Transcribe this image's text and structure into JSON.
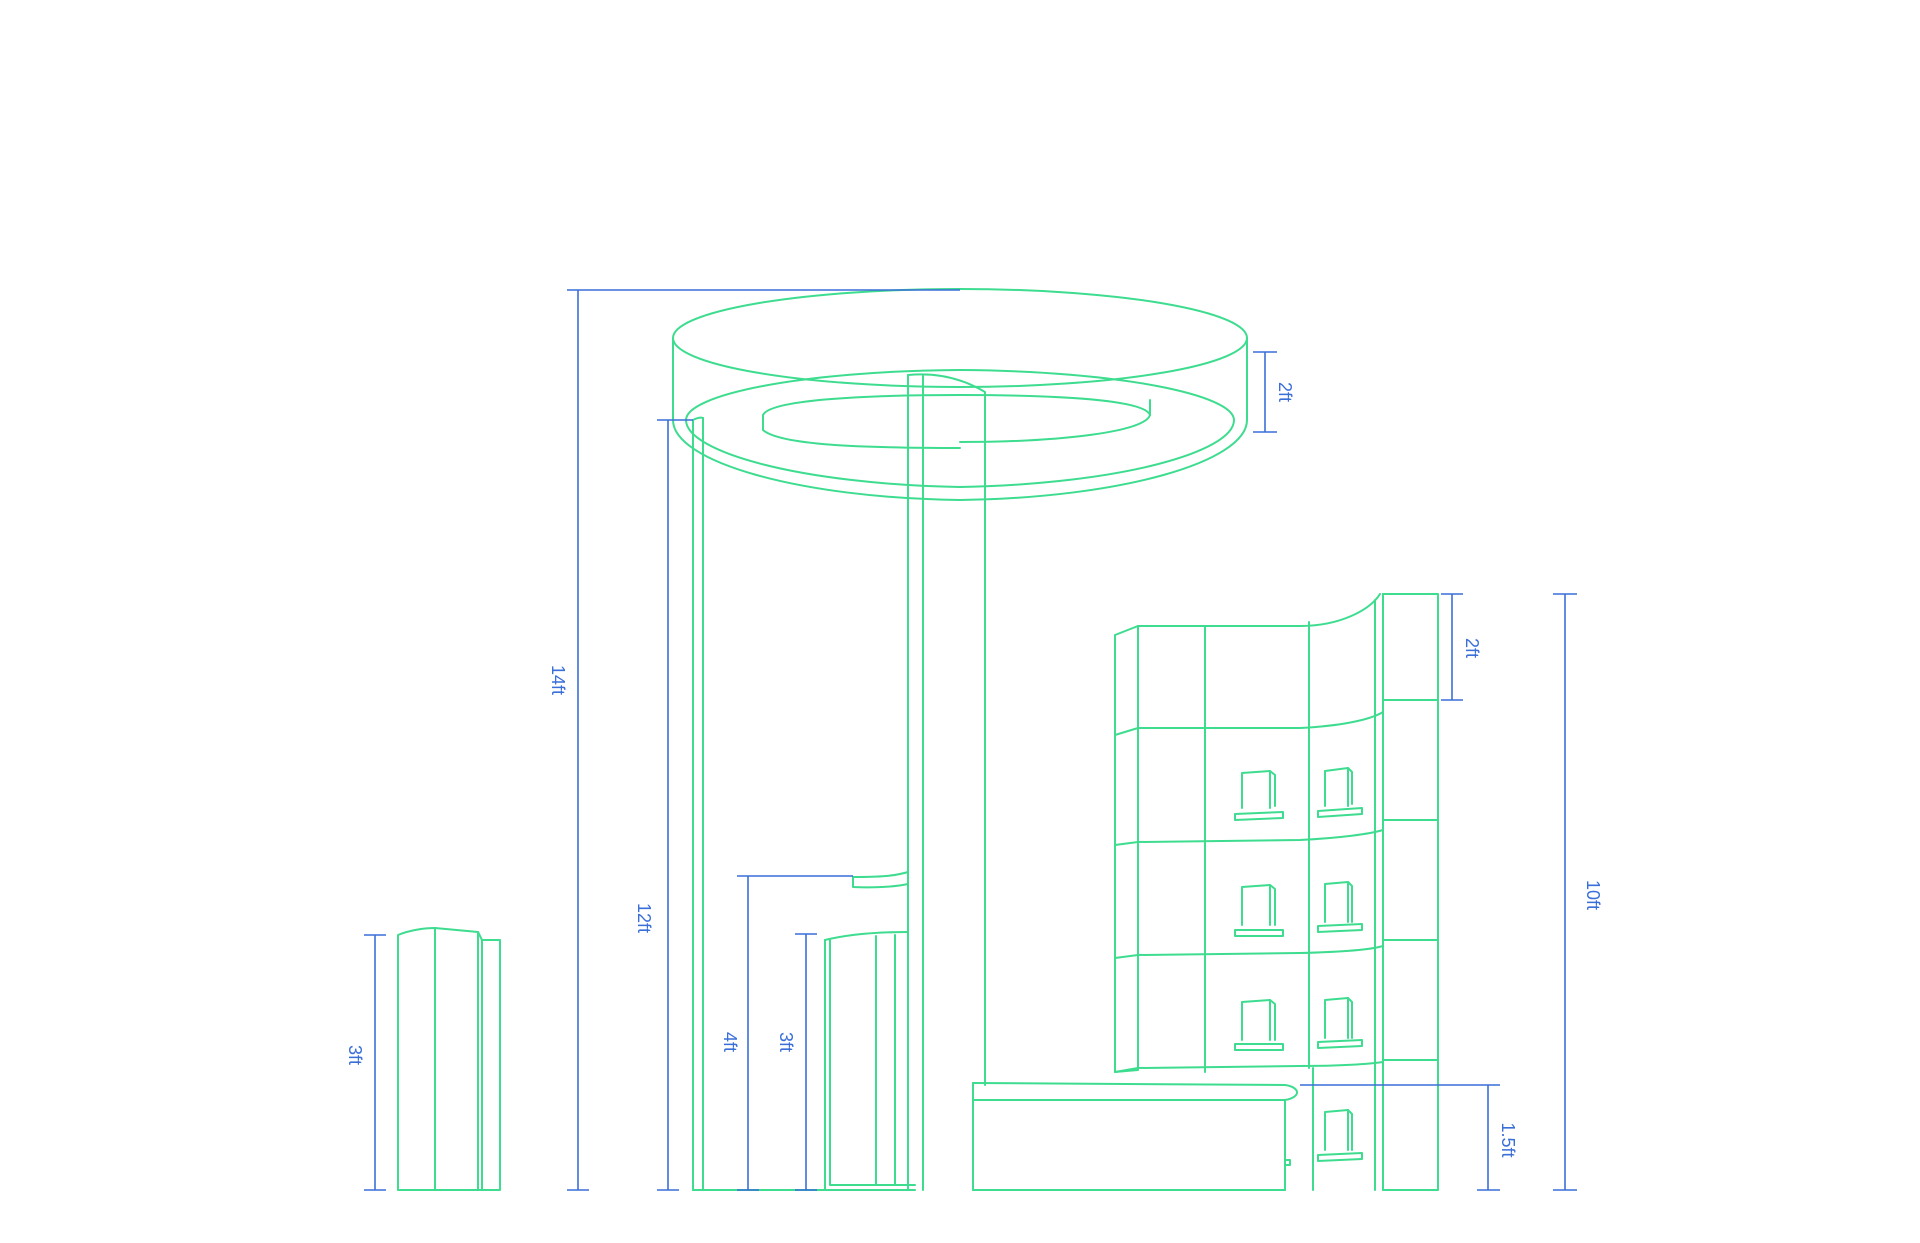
{
  "colors": {
    "outline": "#3ddc8f",
    "dimension": "#3a6fd8",
    "background": "#ffffff"
  },
  "dimensions": {
    "total_height": "14ft",
    "canopy_thickness": "2ft",
    "column_height": "12ft",
    "side_panel_height": "4ft",
    "door_height": "3ft",
    "bollard_height": "3ft",
    "wall_height": "10ft",
    "wall_top_band": "2ft",
    "bench_height": "1.5ft"
  }
}
